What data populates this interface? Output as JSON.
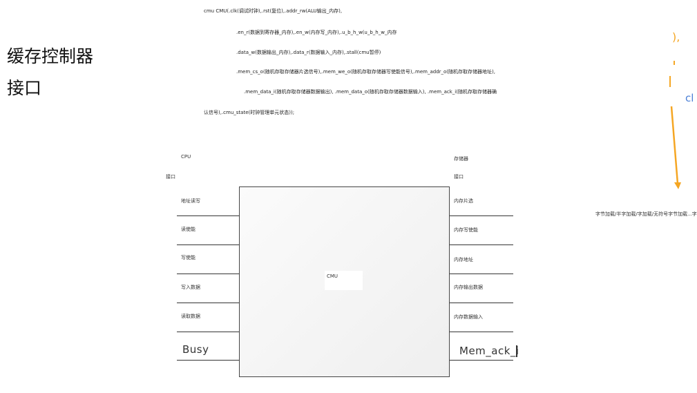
{
  "title": {
    "line1": "缓存控制器",
    "line2": "接口"
  },
  "module_decl": [
    "cmu CMU(.clk(调试时钟),.rst(复位),.addr_rw(ALU输出_内存),",
    ".en_r(数据到寄存器_内存),.en_w(内存写_内存),.u_b_h_w(u_b_h_w_内存",
    ".data_w(数据输出_内存),.data_r(数据输入_内存),.stall(cmu暂停)",
    ".mem_cs_o(随机存取存储器片选信号),.mem_we_o(随机存取存储器写使能信号),.mem_addr_o(随机存取存储器地址),",
    ".mem_data_i(随机存取存储器数据输出), .mem_data_o(随机存取存储器数据输入), .mem_ack_i(随机存取存储器确",
    "认信号),.cmu_state(时钟管理单元状态));"
  ],
  "cpu_side": {
    "header1": "CPU",
    "header2": "接口",
    "signals": [
      "地址读写",
      "读使能",
      "写使能",
      "写入数据",
      "读取数据"
    ],
    "big_signal": "Busy"
  },
  "mem_side": {
    "header1": "存储器",
    "header2": "接口",
    "signals": [
      "内存片选",
      "内存写使能",
      "内存地址",
      "内存输出数据",
      "内存数据输入"
    ],
    "big_signal": "Mem_ack_i"
  },
  "block": {
    "label": "CMU"
  },
  "side_note": {
    "text": "字节加载/半字加载/字加载/无符号字节加载...字",
    "fragment_top": "),",
    "fragment_clk": "cl"
  },
  "colors": {
    "accent_orange": "#f5a623",
    "clk_blue": "#4a7fd6"
  }
}
